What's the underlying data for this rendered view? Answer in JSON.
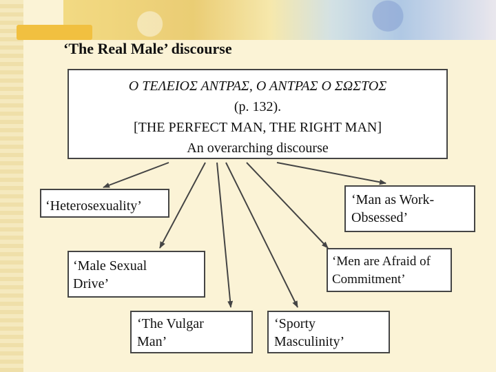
{
  "title": "‘The Real Male’ discourse",
  "main": {
    "greek": "Ο ΤΕΛΕΙΟΣ ΑΝΤΡΑΣ, Ο ΑΝΤΡΑΣ Ο ΣΩΣΤΟΣ",
    "page_ref": "(p. 132).",
    "english": "[THE PERFECT MAN, THE RIGHT MAN]",
    "subtitle": "An overarching discourse"
  },
  "nodes": {
    "heterosexuality": {
      "line1": "‘Heterosexuality’"
    },
    "work_obsessed": {
      "line1": "‘Man as Work-",
      "line2": "Obsessed’"
    },
    "male_sexual_drive": {
      "line1": "‘Male Sexual",
      "line2": "Drive’"
    },
    "afraid_commitment": {
      "line1": "‘Men are Afraid of",
      "line2": "Commitment’"
    },
    "vulgar_man": {
      "line1": "‘The Vulgar",
      "line2": "Man’"
    },
    "sporty_masculinity": {
      "line1": "‘Sporty",
      "line2": "Masculinity’"
    }
  },
  "colors": {
    "border": "#444444",
    "box_fill": "#ffffff",
    "background": "#fbf3d6"
  }
}
